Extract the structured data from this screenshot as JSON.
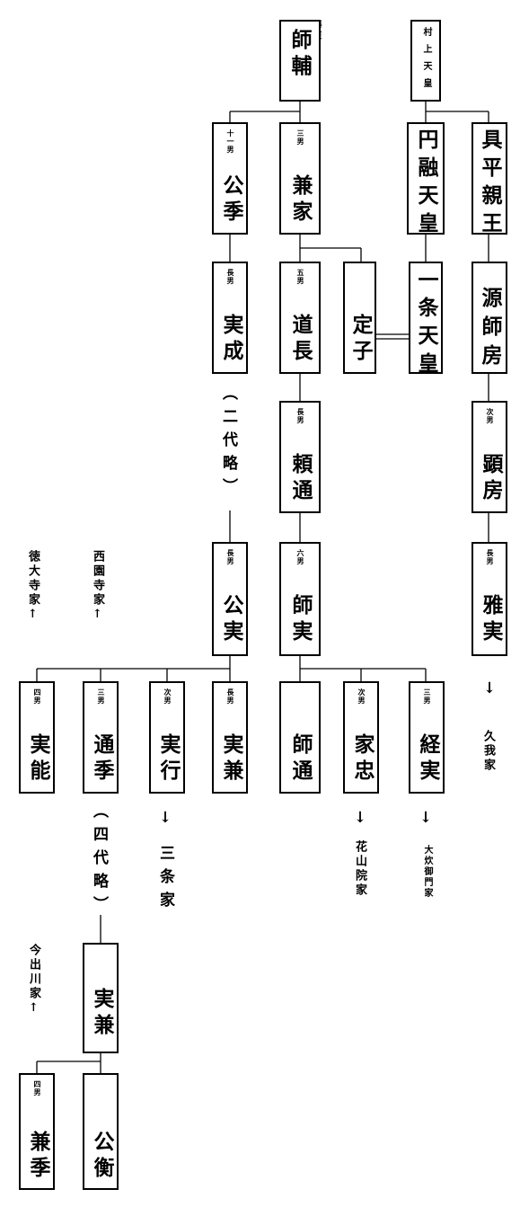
{
  "tree": {
    "fujiwara_label": "藤原",
    "morosuke": "師輔",
    "murakami": "村上天皇",
    "enyu": "円融天皇",
    "tomohira": "具平親王",
    "kinsue": {
      "order": "十一男",
      "name": "公季"
    },
    "kaneie": {
      "order": "三男",
      "name": "兼家"
    },
    "teishi": "定子",
    "ichijo": "一条天皇",
    "minamoto_morofusa": "源師房",
    "sanenari": {
      "order": "長男",
      "name": "実成"
    },
    "michinaga": {
      "order": "五男",
      "name": "道長"
    },
    "nidai": "（二代略）",
    "yorimichi": {
      "order": "長男",
      "name": "頼通"
    },
    "akifusa": {
      "order": "次男",
      "name": "顕房"
    },
    "kinzane": {
      "order": "長男",
      "name": "公実"
    },
    "morozane": {
      "order": "六男",
      "name": "師実"
    },
    "masazane": {
      "order": "長男",
      "name": "雅実"
    },
    "tokudaiji": "徳大寺家↑",
    "saionji": "西園寺家↑",
    "sanenoshi": {
      "order": "四男",
      "name": "実能"
    },
    "michisue": {
      "order": "三男",
      "name": "通季"
    },
    "saneyuki": {
      "order": "次男",
      "name": "実行"
    },
    "sanekane": {
      "order": "長男",
      "name": "実兼"
    },
    "moromichi": "師通",
    "ietada": {
      "order": "次男",
      "name": "家忠"
    },
    "tsunezane": {
      "order": "三男",
      "name": "経実"
    },
    "koga_arrow": "↓",
    "koga": "久我家",
    "yondai": "（四代略）",
    "sanjo_arrow": "↓",
    "sanjo": "三条家",
    "kazan_arrow": "↓",
    "kazan": "花山院家",
    "oinomikado_arrow": "↓",
    "oinomikado": "大炊御門家",
    "imadegawa": "今出川家↑",
    "sanekane2": "実兼",
    "kanesue": {
      "order": "四男",
      "name": "兼季"
    },
    "kinhira": "公衡"
  }
}
